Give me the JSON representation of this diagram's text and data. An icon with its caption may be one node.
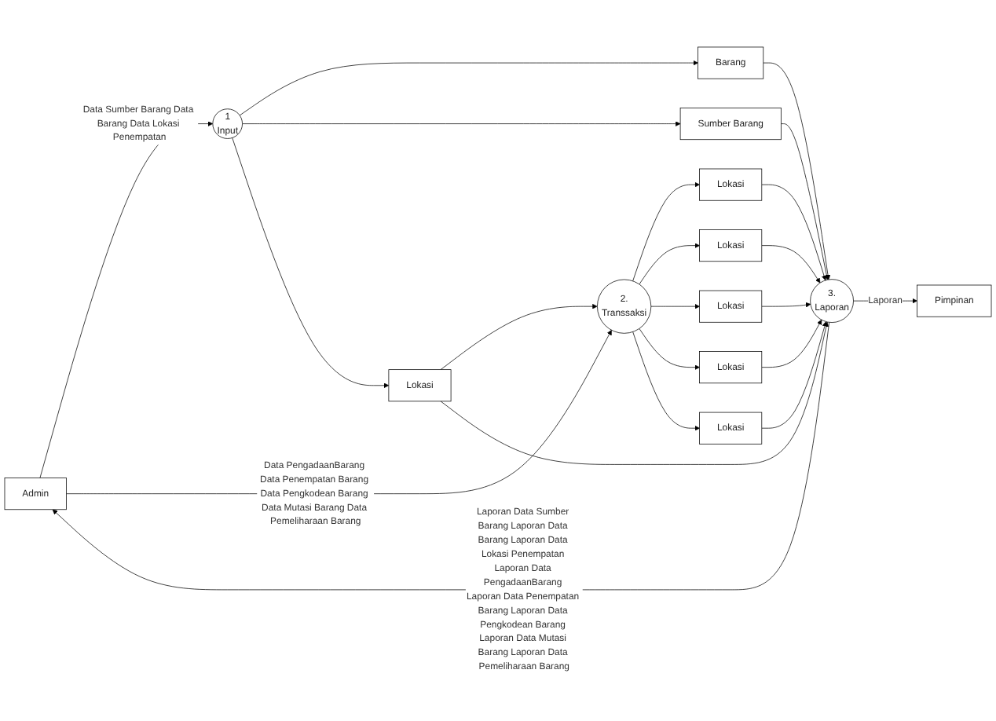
{
  "diagram": {
    "nodes": [
      {
        "text": [
          "Admin"
        ]
      },
      {
        "text": [
          "1",
          "Input"
        ]
      },
      {
        "text": [
          "Barang"
        ]
      },
      {
        "text": [
          "Sumber Barang"
        ]
      },
      {
        "text": [
          "Lokasi"
        ]
      },
      {
        "text": [
          "2.",
          "Transsaksi"
        ]
      },
      {
        "text": [
          "Lokasi"
        ]
      },
      {
        "text": [
          "Lokasi"
        ]
      },
      {
        "text": [
          "Lokasi"
        ]
      },
      {
        "text": [
          "Lokasi"
        ]
      },
      {
        "text": [
          "Lokasi"
        ]
      },
      {
        "text": [
          "3.",
          "Laporan"
        ]
      },
      {
        "text": [
          "Pimpinan"
        ]
      }
    ],
    "edges": [
      {
        "from": 0,
        "to": 1,
        "arrow": "to",
        "label": "Data Sumber Barang Data Barang Data Lokasi Penempatan"
      },
      {
        "from": 1,
        "to": 2,
        "arrow": "to"
      },
      {
        "from": 1,
        "to": 3,
        "arrow": "to"
      },
      {
        "from": 1,
        "to": 4,
        "arrow": "to"
      },
      {
        "from": 4,
        "to": 5,
        "arrow": "to"
      },
      {
        "from": 0,
        "to": 5,
        "arrow": "to",
        "label": "Data PengadaanBarang Data Penempatan Barang Data Pengkodean Barang Data Mutasi Barang Data Pemeliharaan Barang"
      },
      {
        "from": 5,
        "to": 6,
        "arrow": "to"
      },
      {
        "from": 5,
        "to": 7,
        "arrow": "to"
      },
      {
        "from": 5,
        "to": 8,
        "arrow": "to"
      },
      {
        "from": 5,
        "to": 9,
        "arrow": "to"
      },
      {
        "from": 5,
        "to": 10,
        "arrow": "to"
      },
      {
        "from": 10,
        "to": 11,
        "arrow": "to"
      },
      {
        "from": 2,
        "to": 11,
        "arrow": "to"
      },
      {
        "from": 3,
        "to": 11,
        "arrow": "to"
      },
      {
        "from": 4,
        "to": 11,
        "arrow": "to"
      },
      {
        "from": 6,
        "to": 11,
        "arrow": "to"
      },
      {
        "from": 7,
        "to": 11,
        "arrow": "to"
      },
      {
        "from": 8,
        "to": 11,
        "arrow": "to"
      },
      {
        "from": 9,
        "to": 11,
        "arrow": "to"
      },
      {
        "from": 11,
        "to": 0,
        "arrow": "to",
        "label": "Laporan Data Sumber Barang Laporan Data Barang Laporan Data Lokasi Penempatan Laporan Data PengadaanBarang Laporan Data Penempatan Barang Laporan Data Pengkodean Barang Laporan Data Mutasi Barang Laporan Data Pemeliharaan Barang"
      },
      {
        "from": 11,
        "to": 12,
        "arrow": "to",
        "label": "Laporan"
      }
    ]
  }
}
